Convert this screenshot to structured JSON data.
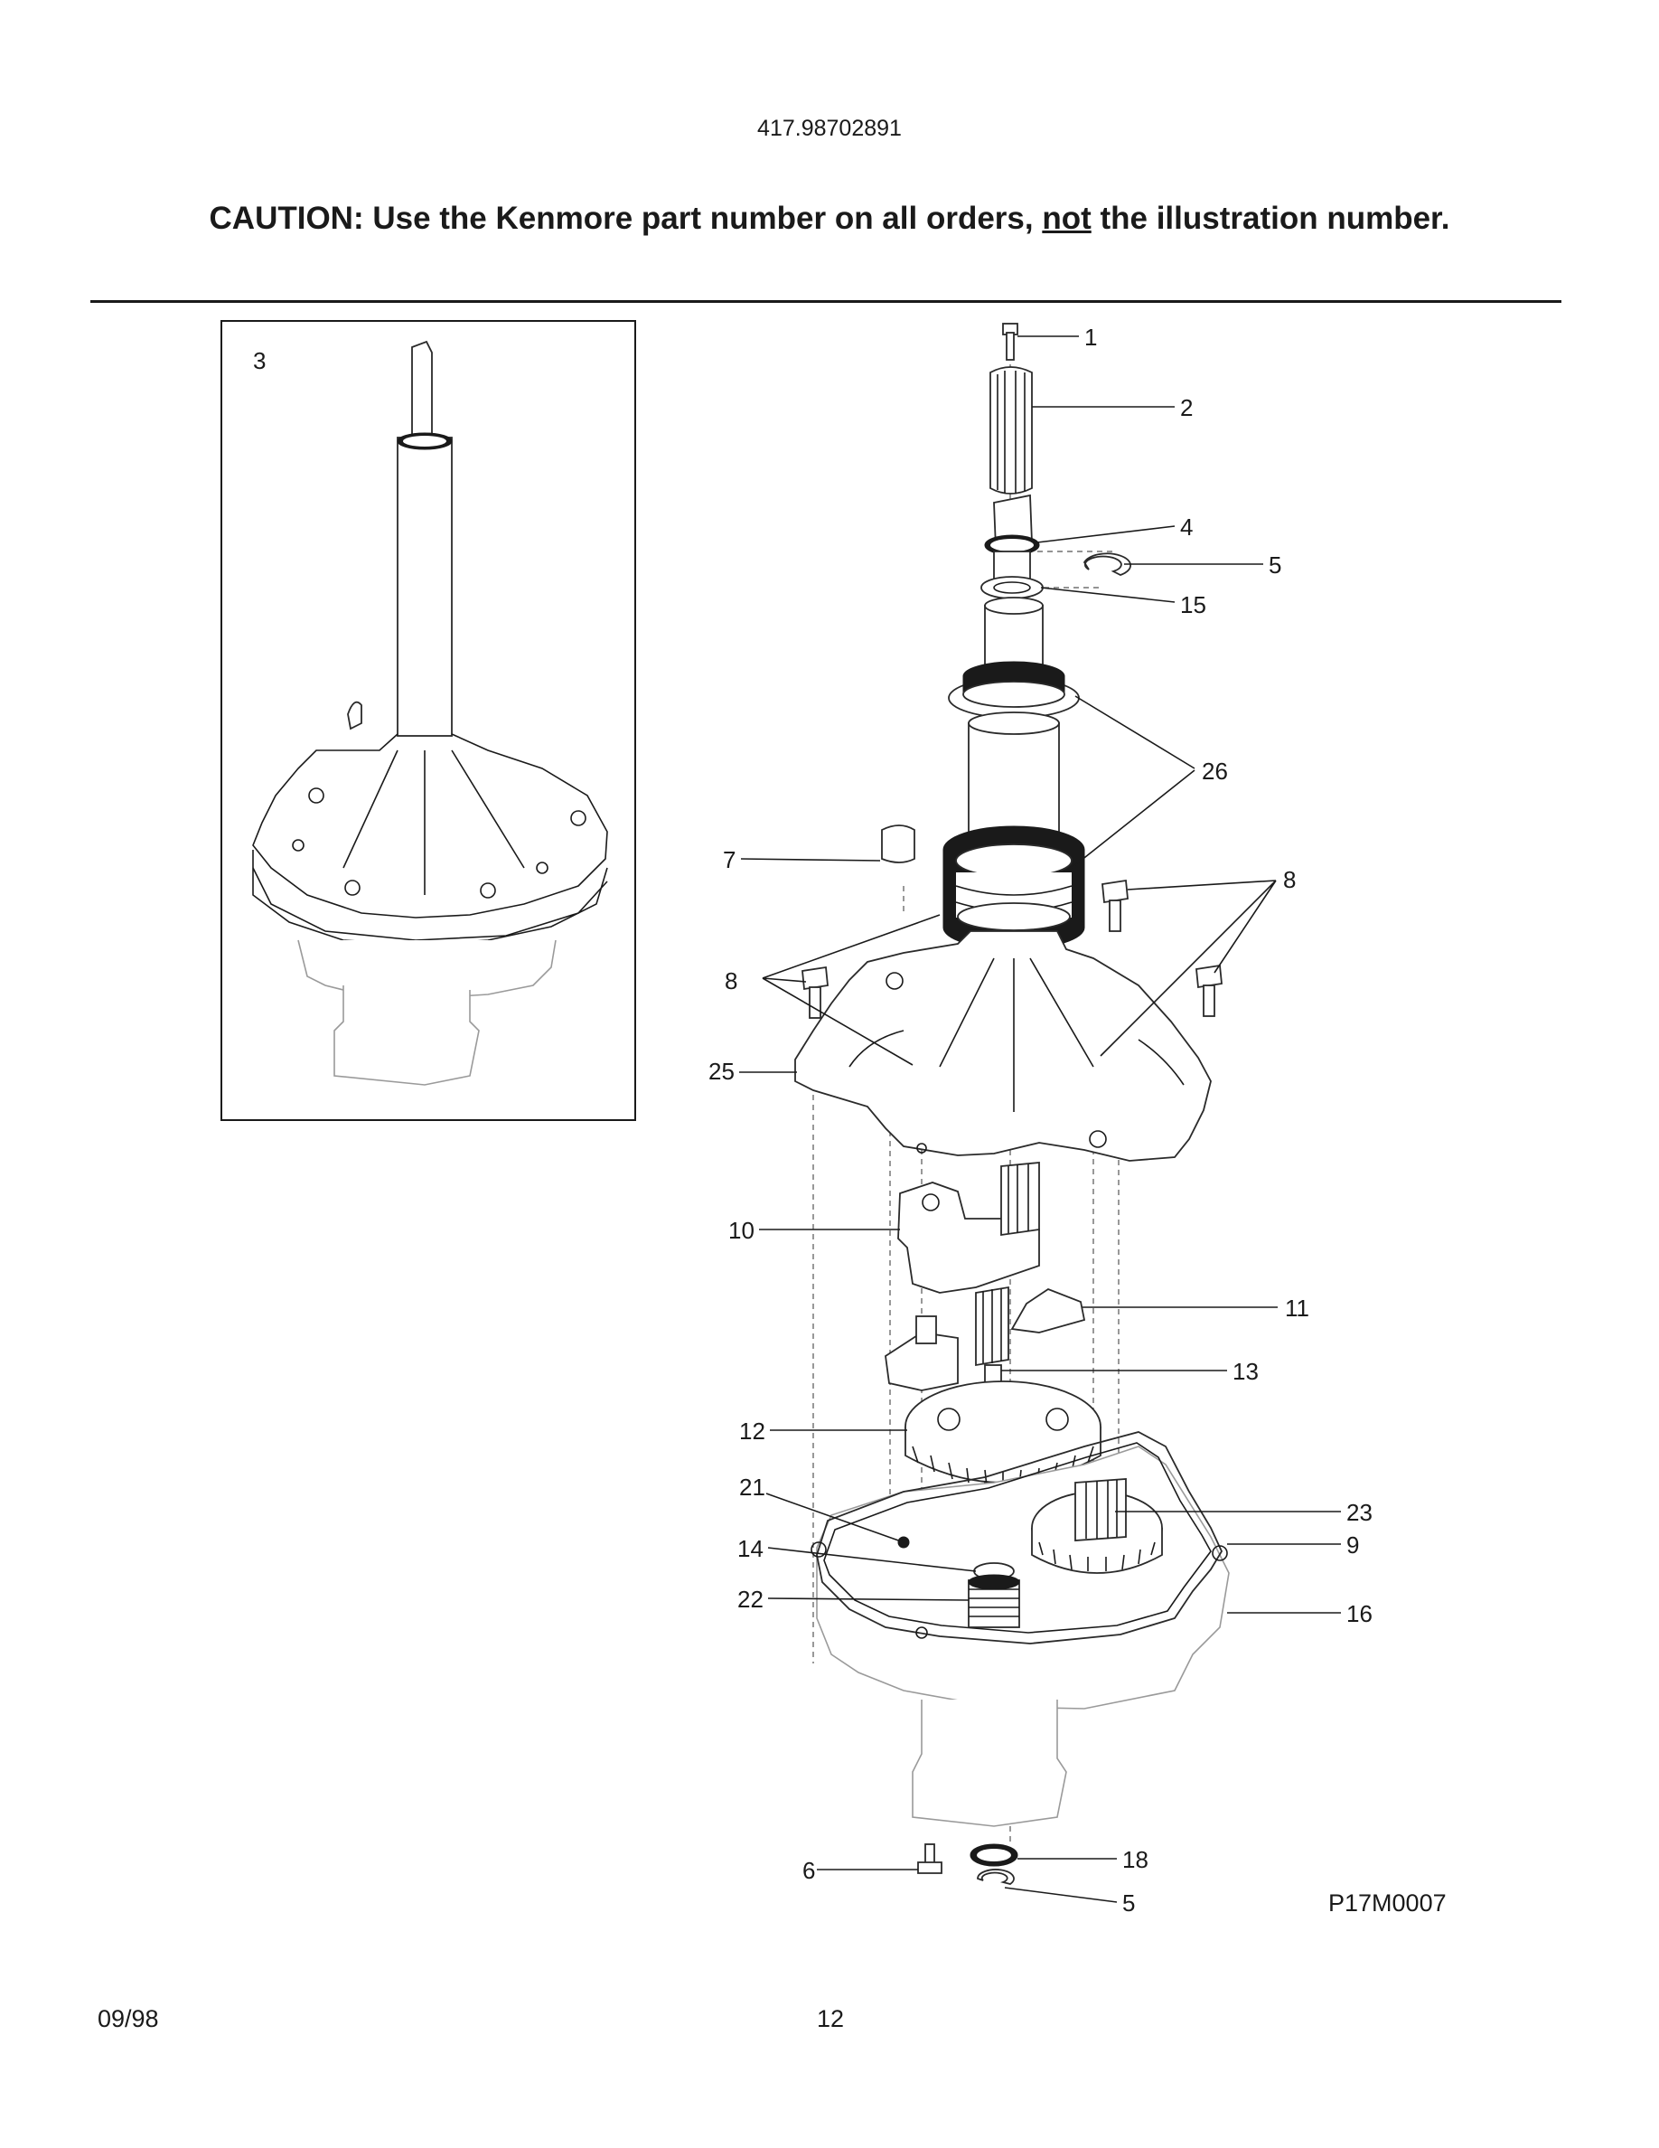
{
  "header": {
    "model_number": "417.98702891",
    "caution_prefix": "CAUTION: Use the Kenmore part number on all orders, ",
    "caution_underlined": "not",
    "caution_suffix": " the illustration number."
  },
  "inset": {
    "label": "3"
  },
  "callouts": {
    "c1": "1",
    "c2": "2",
    "c4": "4",
    "c5a": "5",
    "c15": "15",
    "c26": "26",
    "c7": "7",
    "c8a": "8",
    "c8b": "8",
    "c25": "25",
    "c10": "10",
    "c11": "11",
    "c13": "13",
    "c12": "12",
    "c21": "21",
    "c14": "14",
    "c22": "22",
    "c23": "23",
    "c9": "9",
    "c16": "16",
    "c6": "6",
    "c18": "18",
    "c5b": "5"
  },
  "figure_code": "P17M0007",
  "footer": {
    "date": "09/98",
    "page": "12"
  }
}
